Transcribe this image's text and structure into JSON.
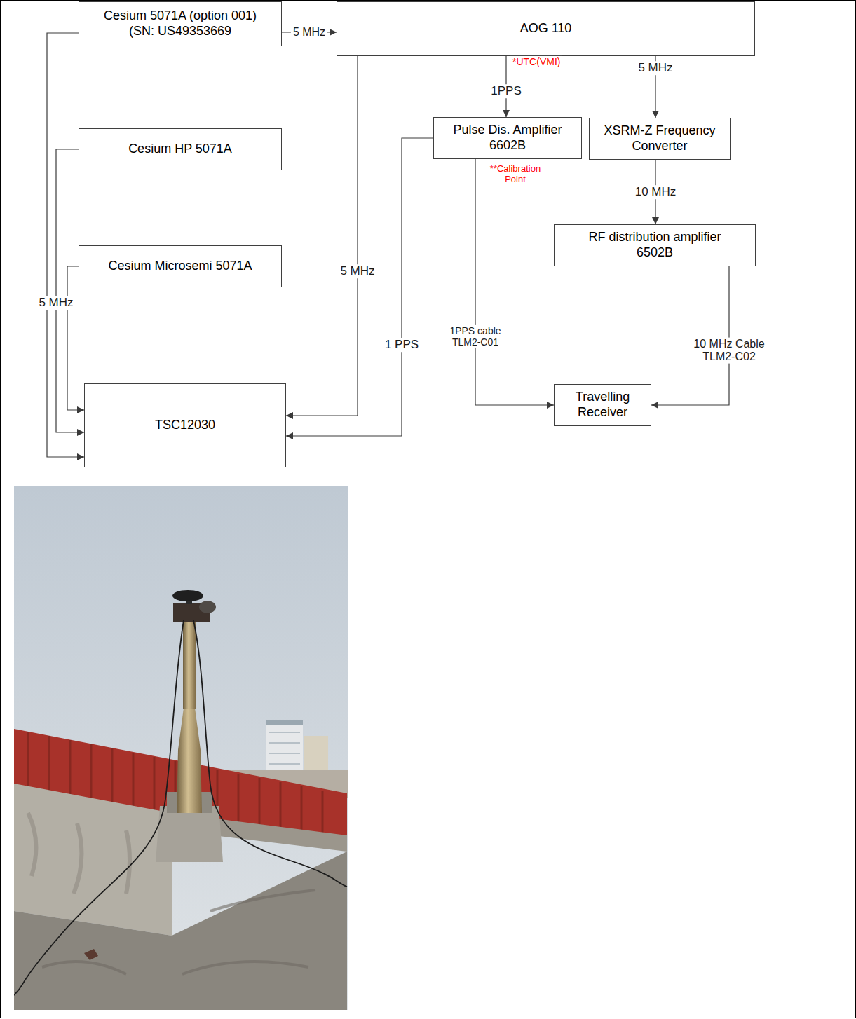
{
  "diagram": {
    "nodes": [
      {
        "text": [
          "Cesium 5071A (option 001) (SN: US49353669"
        ]
      },
      {
        "text": [
          "AOG 110"
        ]
      },
      {
        "text": [
          "Cesium HP 5071A"
        ]
      },
      {
        "text": [
          "Cesium Microsemi 5071A"
        ]
      },
      {
        "text": [
          "Pulse Dis. Amplifier 6602B"
        ]
      },
      {
        "text": [
          "XSRM-Z Frequency Converter"
        ]
      },
      {
        "text": [
          "RF distribution amplifier 6502B"
        ]
      },
      {
        "text": [
          "TSC12030"
        ]
      },
      {
        "text": [
          "Travelling Receiver"
        ]
      }
    ],
    "edges": [
      {
        "from": 0,
        "to": 1,
        "arrow": "to",
        "label": "5 MHz"
      },
      {
        "from": 1,
        "to": 4,
        "arrow": "to",
        "label": "1PPS"
      },
      {
        "from": 1,
        "to": 5,
        "arrow": "to",
        "label": "5 MHz"
      },
      {
        "from": 5,
        "to": 6,
        "arrow": "to",
        "label": "10 MHz"
      },
      {
        "from": 6,
        "to": 8,
        "arrow": "to",
        "label": "10 MHz Cable TLM2-C02"
      },
      {
        "from": 4,
        "to": 8,
        "arrow": "to",
        "label": "1PPS cable TLM2-C01"
      },
      {
        "from": 1,
        "to": 7,
        "arrow": "to",
        "label": "5 MHz"
      },
      {
        "from": 4,
        "to": 7,
        "arrow": "to",
        "label": "1 PPS"
      },
      {
        "from": 0,
        "to": 7,
        "arrow": "to",
        "label": "5 MHz"
      },
      {
        "from": 2,
        "to": 7,
        "arrow": "to"
      },
      {
        "from": 3,
        "to": 7,
        "arrow": "to"
      }
    ],
    "labels": [
      "*UTC(VMI)",
      "**Calibration Point"
    ]
  }
}
